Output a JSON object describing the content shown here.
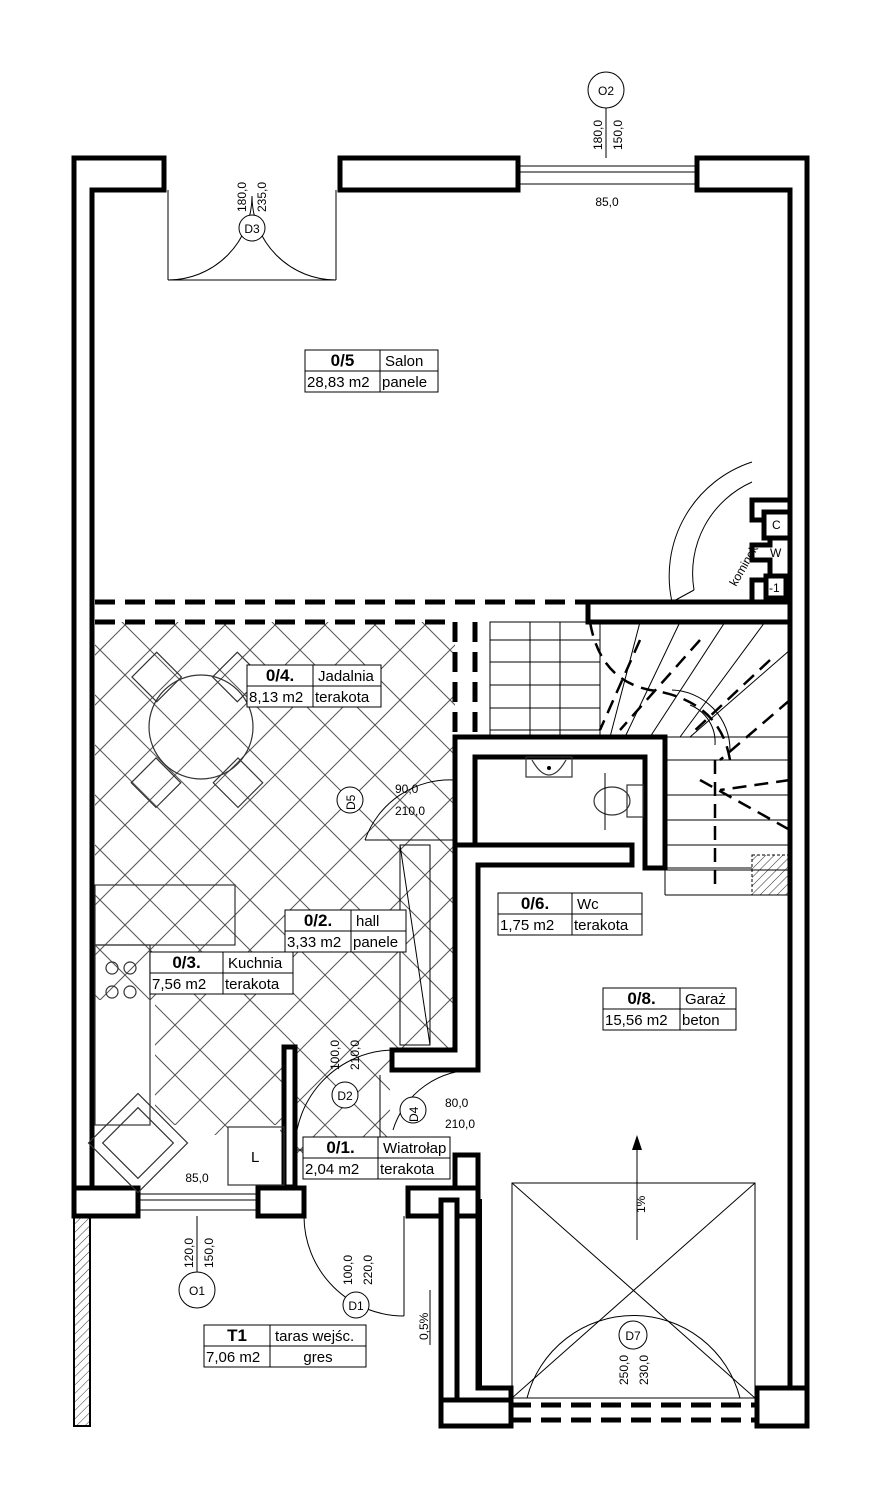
{
  "rooms": [
    {
      "id": "salon",
      "number": "0/5",
      "name": "Salon",
      "area": "28,83 m2",
      "floor": "panele"
    },
    {
      "id": "jadalnia",
      "number": "0/4.",
      "name": "Jadalnia",
      "area": "8,13 m2",
      "floor": "terakota"
    },
    {
      "id": "hall",
      "number": "0/2.",
      "name": "hall",
      "area": "3,33 m2",
      "floor": "panele"
    },
    {
      "id": "kuchnia",
      "number": "0/3.",
      "name": "Kuchnia",
      "area": "7,56 m2",
      "floor": "terakota"
    },
    {
      "id": "wc",
      "number": "0/6.",
      "name": "Wc",
      "area": "1,75 m2",
      "floor": "terakota"
    },
    {
      "id": "garaz",
      "number": "0/8.",
      "name": "Garaż",
      "area": "15,56 m2",
      "floor": "beton"
    },
    {
      "id": "wiatrolap",
      "number": "0/1.",
      "name": "Wiatrołap",
      "area": "2,04 m2",
      "floor": "terakota"
    },
    {
      "id": "taras",
      "number": "T1",
      "name": "taras wejśc.",
      "area": "7,06 m2",
      "floor": "gres"
    }
  ],
  "tags": {
    "o2": "O2",
    "d3": "D3",
    "d5": "D5",
    "d2": "D2",
    "d4": "D4",
    "o1": "O1",
    "d1": "D1",
    "d7": "D7"
  },
  "dims": {
    "o2_h1": "180,0",
    "o2_h2": "150,0",
    "o2_w": "85,0",
    "d3_h1": "180,0",
    "d3_h2": "235,0",
    "d5_w": "90,0",
    "d5_h": "210,0",
    "d2_w": "100,0",
    "d2_h": "210,0",
    "d4_w": "80,0",
    "d4_h": "210,0",
    "o1_w": "85,0",
    "o1_h1": "120,0",
    "o1_h2": "150,0",
    "d1_w": "100,0",
    "d1_h": "220,0",
    "d7_h1": "250,0",
    "d7_h2": "230,0"
  },
  "annotations": {
    "kominek": "kominek",
    "chimney_c": "C",
    "chimney_w": "W",
    "chimney_minus1": "-1",
    "l_mark": "L",
    "slope_garage": "1%",
    "slope_terrace": "0,5%"
  },
  "colors": {
    "line": "#000000",
    "background": "#ffffff",
    "hatch": "#000000"
  }
}
